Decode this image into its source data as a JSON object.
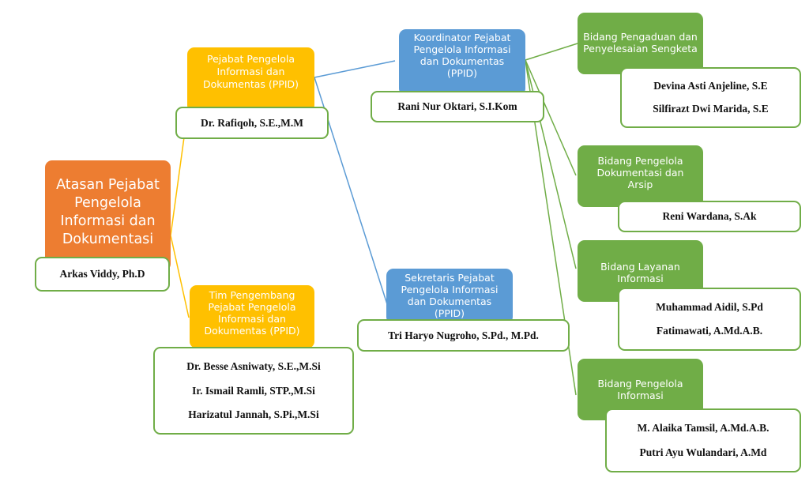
{
  "diagram": {
    "colors": {
      "root": "#ED7D31",
      "level1": "#FFC000",
      "level2": "#5B9BD5",
      "level3": "#70AD47",
      "name_border": "#70AD47",
      "link_gold": "#FFC000",
      "link_blue": "#5B9BD5",
      "link_green": "#70AD47"
    },
    "root": {
      "title": "Atasan Pejabat\nPengelola\nInformasi dan\nDokumentasi",
      "names": [
        "Arkas Viddy, Ph.D"
      ]
    },
    "ppid": {
      "title": "Pejabat Pengelola\nInformasi dan\nDokumentas (PPID)",
      "names": [
        "Dr. Rafiqoh, S.E.,M.M"
      ]
    },
    "tim": {
      "title": "Tim Pengembang\nPejabat Pengelola\nInformasi dan\nDokumentas (PPID)",
      "names": [
        "Dr. Besse Asniwaty, S.E.,M.Si",
        "Ir. Ismail Ramli, STP.,M.Si",
        "Harizatul Jannah, S.Pi.,M.Si"
      ]
    },
    "koordinator": {
      "title": "Koordinator Pejabat\nPengelola Informasi\ndan Dokumentas\n(PPID)",
      "names": [
        "Rani Nur Oktari, S.I.Kom"
      ]
    },
    "sekretaris": {
      "title": "Sekretaris  Pejabat\nPengelola Informasi\ndan Dokumentas\n(PPID)",
      "names": [
        "Tri Haryo Nugroho, S.Pd., M.Pd."
      ]
    },
    "bidang_pengaduan": {
      "title": "Bidang Pengaduan dan\nPenyelesaian Sengketa",
      "names": [
        "Devina Asti Anjeline, S.E",
        "Silfirazt Dwi Marida, S.E"
      ]
    },
    "bidang_dokumentasi": {
      "title": "Bidang Pengelola\nDokumentasi dan\nArsip",
      "names": [
        "Reni Wardana, S.Ak"
      ]
    },
    "bidang_layanan": {
      "title": "Bidang Layanan\nInformasi",
      "names": [
        "Muhammad Aidil, S.Pd",
        "Fatimawati, A.Md.A.B."
      ]
    },
    "bidang_informasi": {
      "title": "Bidang Pengelola\nInformasi",
      "names": [
        "M. Alaika Tamsil, A.Md.A.B.",
        "Putri Ayu Wulandari, A.Md"
      ]
    }
  }
}
